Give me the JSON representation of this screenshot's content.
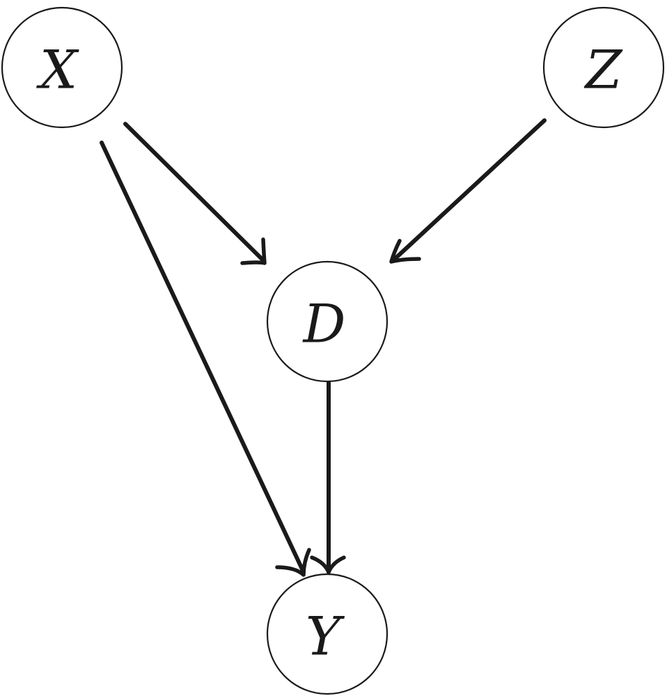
{
  "diagram": {
    "type": "directed-acyclic-graph",
    "nodes": [
      {
        "id": "X",
        "label": "X"
      },
      {
        "id": "Z",
        "label": "Z"
      },
      {
        "id": "D",
        "label": "D"
      },
      {
        "id": "Y",
        "label": "Y"
      }
    ],
    "edges": [
      {
        "from": "X",
        "to": "D"
      },
      {
        "from": "Z",
        "to": "D"
      },
      {
        "from": "X",
        "to": "Y"
      },
      {
        "from": "D",
        "to": "Y"
      }
    ],
    "stroke_color": "#1a1a1a",
    "background_color": "#ffffff"
  }
}
